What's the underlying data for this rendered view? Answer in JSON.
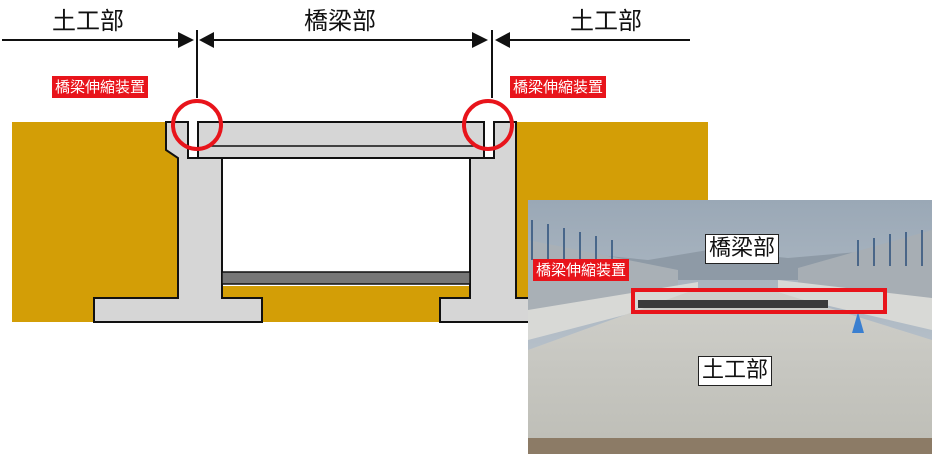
{
  "diagram": {
    "labels": {
      "left_section": "土工部",
      "center_section": "橋梁部",
      "right_section": "土工部",
      "joint_left": "橋梁伸縮装置",
      "joint_right": "橋梁伸縮装置"
    }
  },
  "photo": {
    "labels": {
      "bridge": "橋梁部",
      "joint": "橋梁伸縮装置",
      "earthwork": "土工部"
    }
  },
  "colors": {
    "earth": "#d39e06",
    "concrete": "#d6d6d6",
    "accent_red": "#e8141b"
  }
}
